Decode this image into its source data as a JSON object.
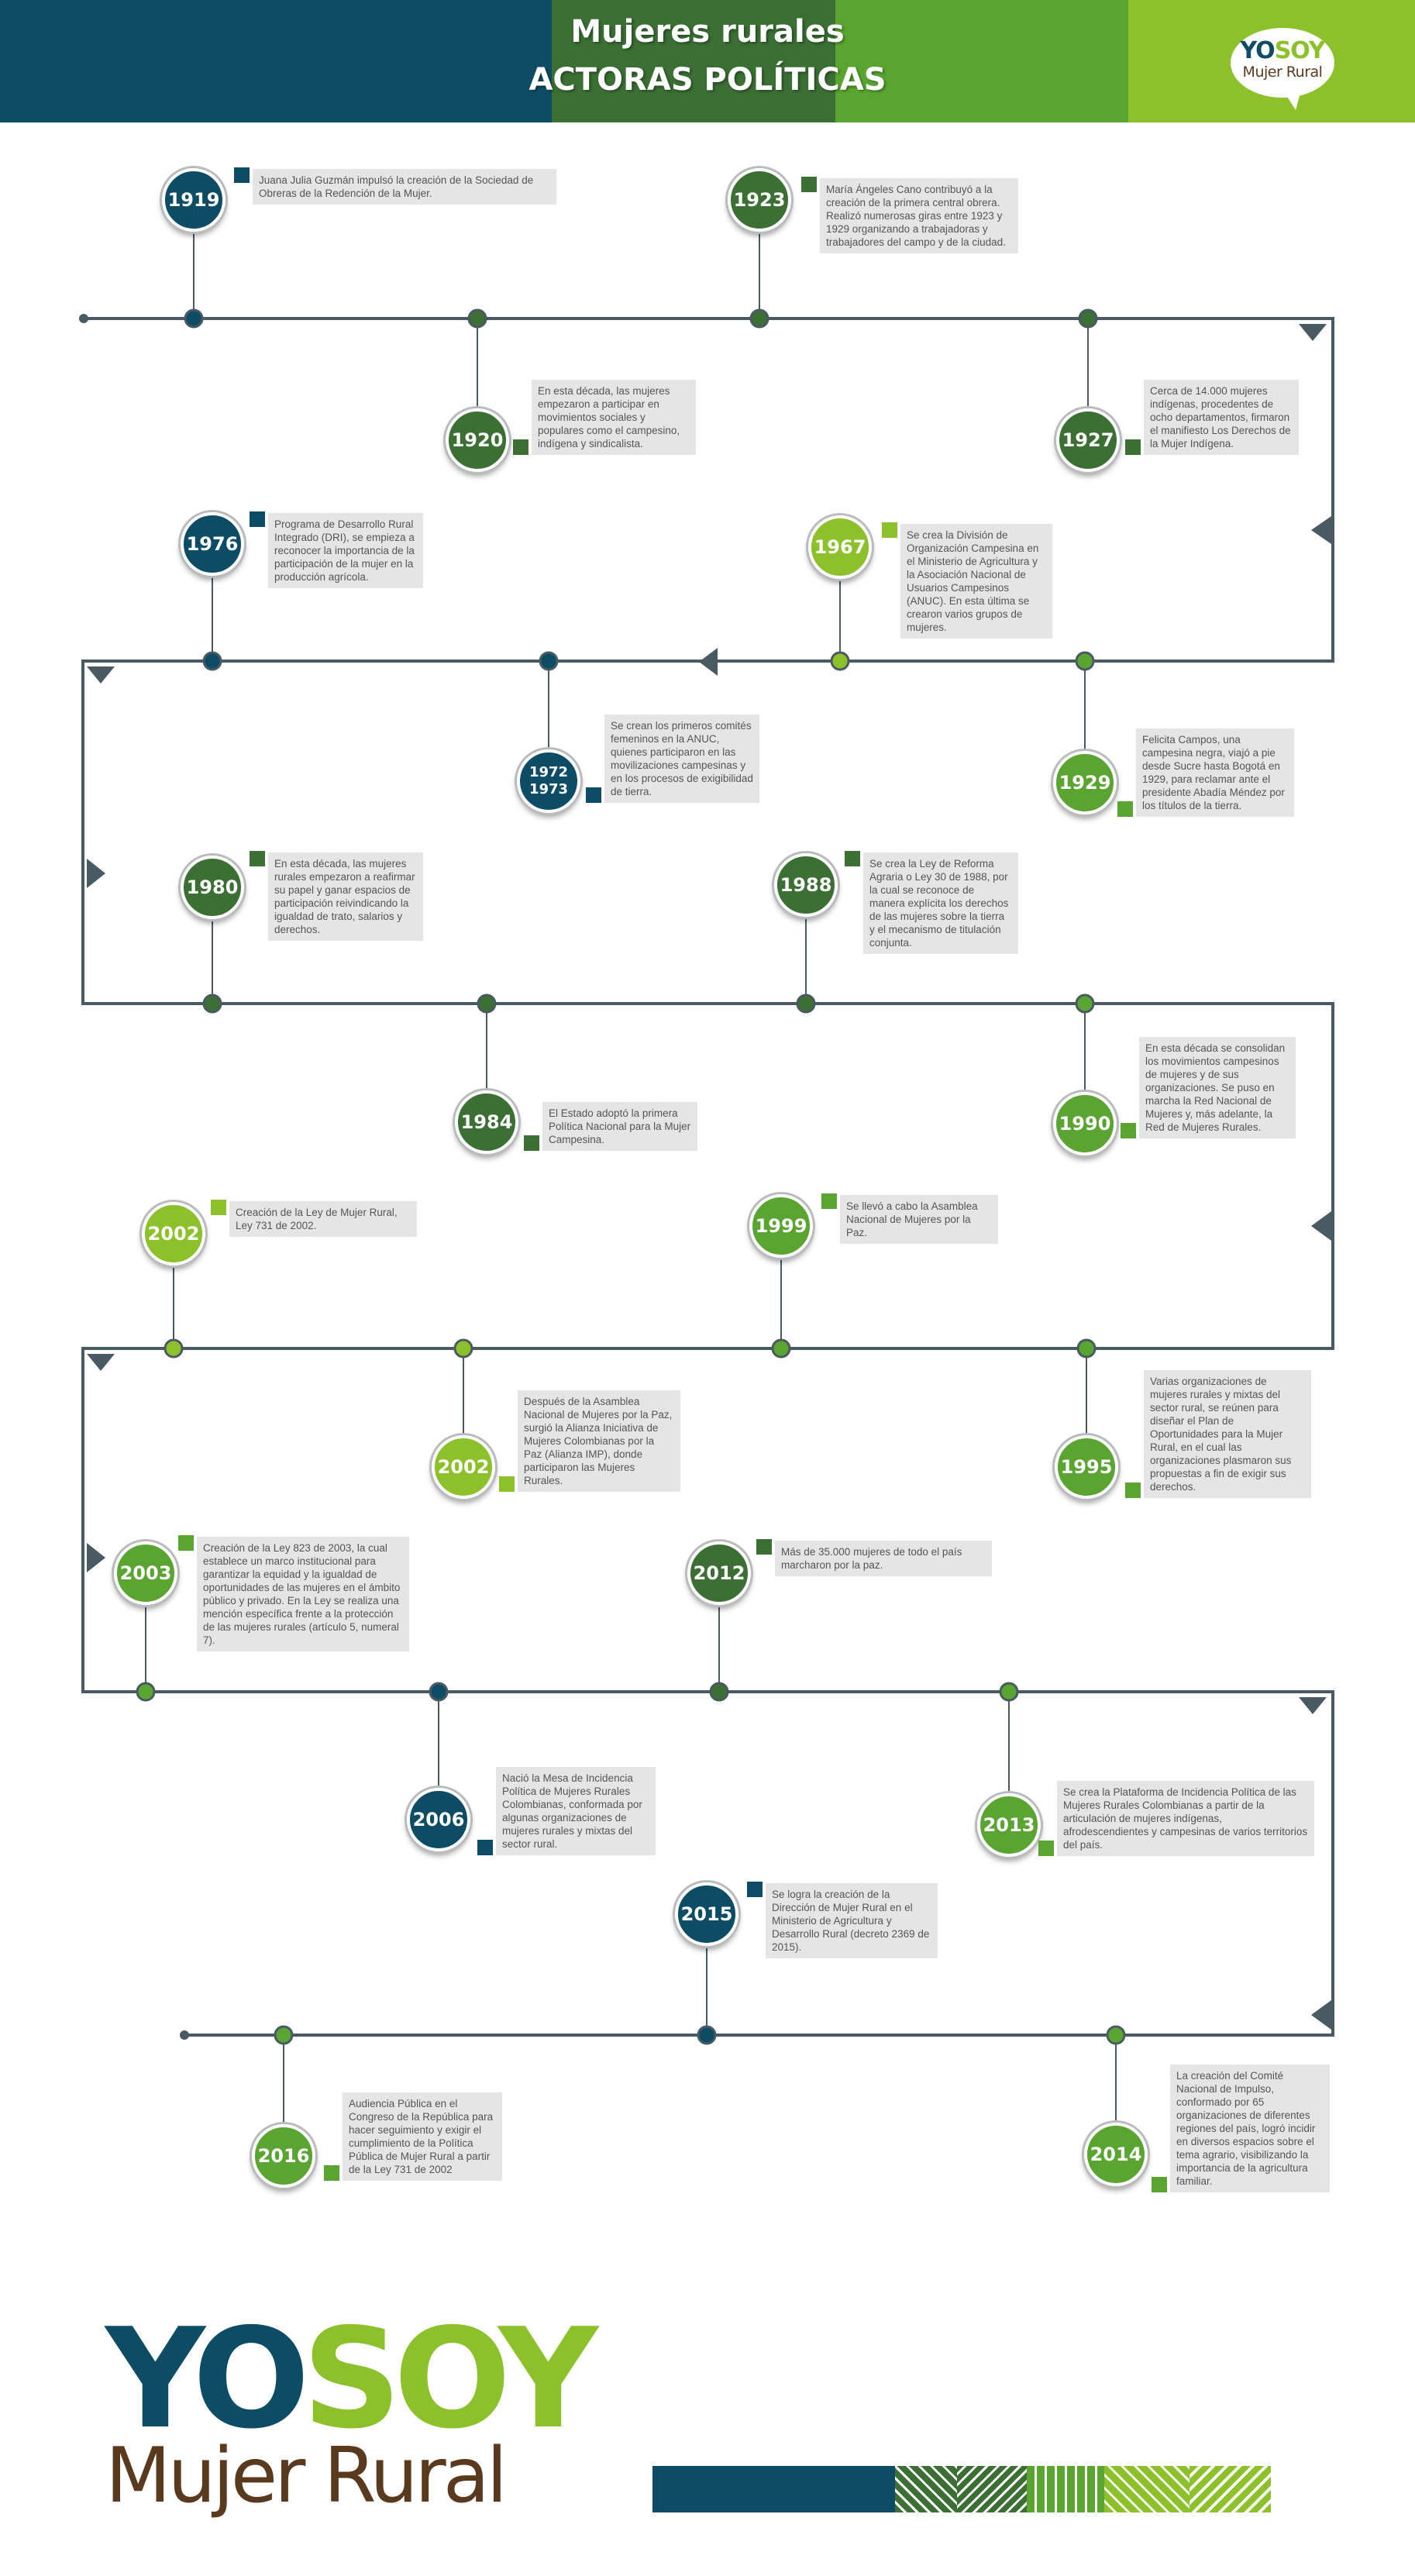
{
  "header": {
    "title_line1": "Mujeres rurales",
    "title_line2": "ACTORAS POLÍTICAS",
    "logo_yo": "YO",
    "logo_soy": "SOY",
    "logo_sub": "Mujer Rural"
  },
  "colors": {
    "dark_teal": "#0c4d65",
    "dark_green": "#3b6f34",
    "mid_green": "#5aa531",
    "lime_green": "#8cc12c",
    "line": "#4a5a63",
    "brown": "#5a3a1e"
  },
  "events": [
    {
      "year": "1919",
      "text": "Juana Julia Guzmán impulsó la creación de la Sociedad de Obreras de la Redención de la Mujer."
    },
    {
      "year": "1920",
      "text": "En esta década, las mujeres empezaron a participar en movimientos sociales y populares como el campesino, indígena y sindicalista."
    },
    {
      "year": "1923",
      "text": "María Ángeles Cano contribuyó a la creación de la primera central obrera. Realizó numerosas giras entre 1923 y 1929 organizando a trabajadoras y trabajadores del campo y de la ciudad."
    },
    {
      "year": "1927",
      "text": "Cerca de 14.000 mujeres indígenas, procedentes de ocho departamentos, firmaron el manifiesto Los Derechos de la Mujer Indígena."
    },
    {
      "year": "1976",
      "text": "Programa de Desarrollo Rural Integrado (DRI), se empieza a reconocer la importancia de la participación de la mujer en la producción agrícola."
    },
    {
      "year": "1972\n1973",
      "text": "Se crean los primeros comités femeninos en la ANUC, quienes participaron en las movilizaciones campesinas y en los procesos de exigibilidad de tierra."
    },
    {
      "year": "1967",
      "text": "Se crea la División de Organización Campesina en el Ministerio de Agricultura y la Asociación Nacional de Usuarios Campesinos (ANUC). En esta última se crearon varios grupos de mujeres."
    },
    {
      "year": "1929",
      "text": "Felicita Campos, una campesina negra, viajó a pie desde Sucre hasta Bogotá en 1929, para reclamar ante el presidente Abadía Méndez por los títulos de la tierra."
    },
    {
      "year": "1980",
      "text": "En esta década, las mujeres rurales empezaron a reafirmar su papel y ganar espacios de participación reivindicando la igualdad de trato, salarios y derechos."
    },
    {
      "year": "1984",
      "text": "El Estado adoptó la primera Política Nacional para la Mujer Campesina."
    },
    {
      "year": "1988",
      "text": "Se crea la Ley de Reforma Agraria o Ley 30 de 1988, por la cual se reconoce de manera explícita los derechos de las mujeres sobre la tierra y el mecanismo de titulación conjunta."
    },
    {
      "year": "1990",
      "text": "En esta década se consolidan los movimientos campesinos de mujeres y de sus organizaciones. Se puso en marcha la Red Nacional de Mujeres y, más adelante, la Red de Mujeres Rurales."
    },
    {
      "year": "2002",
      "text": "Creación de la Ley de Mujer Rural, Ley 731 de 2002."
    },
    {
      "year": "2002",
      "text": "Después de la Asamblea Nacional de Mujeres por la Paz, surgió la Alianza Iniciativa de Mujeres Colombianas por la Paz (Alianza IMP), donde participaron las Mujeres Rurales."
    },
    {
      "year": "1999",
      "text": "Se llevó a cabo la Asamblea Nacional de Mujeres por la Paz."
    },
    {
      "year": "1995",
      "text": "Varias organizaciones de mujeres rurales y mixtas del sector rural, se reúnen para diseñar el Plan de Oportunidades para la Mujer Rural, en el cual las organizaciones plasmaron sus propuestas a fin de exigir sus derechos."
    },
    {
      "year": "2003",
      "text": "Creación de la Ley 823 de 2003, la cual establece un marco institucional para garantizar la equidad y la igualdad de oportunidades de las mujeres en el ámbito público y privado. En la Ley se realiza una mención específica frente a la protección de las mujeres rurales (artículo 5, numeral 7)."
    },
    {
      "year": "2006",
      "text": "Nació la Mesa de Incidencia Política de Mujeres Rurales Colombianas, conformada por algunas organizaciones de mujeres rurales y mixtas del sector rural."
    },
    {
      "year": "2012",
      "text": "Más de 35.000 mujeres de todo el país marcharon por la paz."
    },
    {
      "year": "2013",
      "text": "Se crea la Plataforma de Incidencia Política de las Mujeres Rurales Colombianas a partir de la articulación de mujeres indígenas, afrodescendientes y campesinas de varios territorios del país."
    },
    {
      "year": "2015",
      "text": "Se logra la creación de la Dirección de Mujer Rural en el Ministerio de Agricultura y Desarrollo Rural (decreto 2369 de 2015)."
    },
    {
      "year": "2016",
      "text": "Audiencia Pública en el Congreso de la República para hacer seguimiento y exigir el cumplimiento de la Política Pública de Mujer Rural a partir de la Ley 731 de 2002"
    },
    {
      "year": "2014",
      "text": "La creación del Comité Nacional de Impulso, conformado por 65 organizaciones de diferentes regiones del país, logró incidir en diversos espacios sobre el tema agrario, visibilizando la importancia de la agricultura familiar."
    }
  ],
  "footer": {
    "logo_yo": "YO",
    "logo_soy": "SOY",
    "logo_sub": "Mujer Rural"
  }
}
